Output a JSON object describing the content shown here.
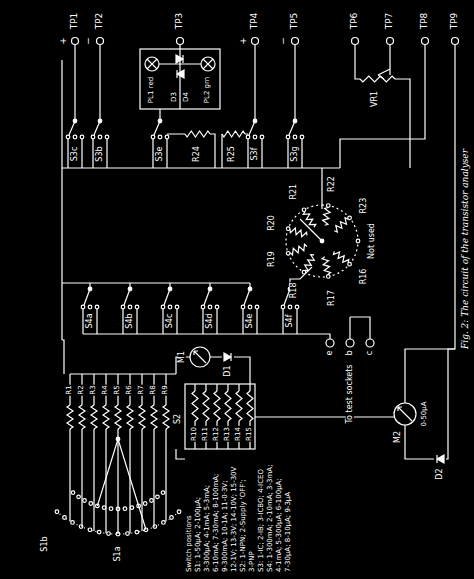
{
  "diagram": {
    "caption": "Fig. 2: The circuit of the transistor analyser",
    "labels": [
      "+",
      "TP1",
      "−",
      "TP2",
      "TP3",
      "+",
      "TP4",
      "−",
      "TP5",
      "TP6",
      "TP7",
      "TP8",
      "TP9",
      "PL1 red",
      "D3",
      "D4",
      "PL2 grn",
      "S3c",
      "S3b",
      "S3e",
      "R24",
      "R25",
      "S3f",
      "S3g",
      "VR1",
      "R16",
      "R17",
      "R18",
      "R19",
      "R20",
      "R21",
      "R22",
      "R23",
      "Not used",
      "S4a",
      "S4b",
      "S4c",
      "S4d",
      "S4e",
      "S4f",
      "To test sockets",
      "e",
      "b",
      "c",
      "M1",
      "D1",
      "R10",
      "R11",
      "R12",
      "R13",
      "R14",
      "R15",
      "S2",
      "M2",
      "0-50μA",
      "D2",
      "S1a",
      "S1b",
      "R1",
      "R2",
      "R3",
      "R4",
      "R5",
      "R6",
      "R7",
      "R8",
      "R9",
      "Switch positions",
      "S1: 1-50μA; 2-100μA;",
      "3-300μA; 4-1mA; 5-3mA;",
      "6-10mA; 7-30mA; 8-100mA;",
      "9-300mA; 10-1A; 11-0·3V;",
      "12-1V; 13-3V; 14-10V; 15-30V",
      "S2: 1-NPN; 2-Supply 'OFF';",
      "3-PNP",
      "S3: 1-IC; 2-IB; 3-ICBO; 4-ICEO",
      "S4: 1-300mA; 2-10mA; 3-3mA;",
      "4-1mA; 5-300μA; 6-100μA;",
      "7-30μA; 8-10μA; 9-3μA"
    ]
  }
}
